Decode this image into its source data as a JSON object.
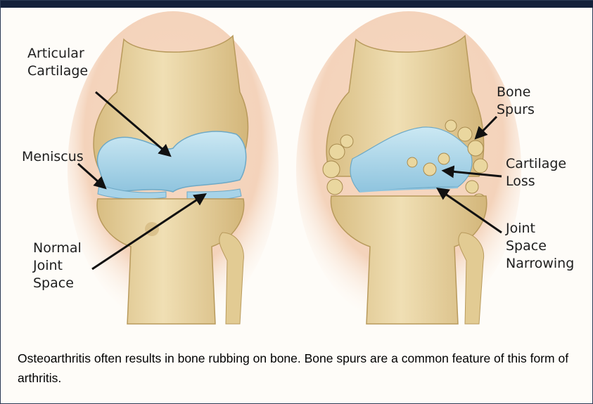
{
  "labels": {
    "articular_cartilage": "Articular\nCartilage",
    "meniscus": "Meniscus",
    "normal_joint_space": "Normal\nJoint\nSpace",
    "bone_spurs": "Bone\nSpurs",
    "cartilage_loss": "Cartilage\nLoss",
    "joint_space_narrowing": "Joint\nSpace\nNarrowing"
  },
  "caption": "Osteoarthritis often results in bone rubbing on bone. Bone spurs are a common feature of this form of arthritis.",
  "colors": {
    "frame_band": "#14213b",
    "bone": "#e7d2a0",
    "cartilage": "#a9d6ea",
    "skin": "#f6dcc6"
  }
}
